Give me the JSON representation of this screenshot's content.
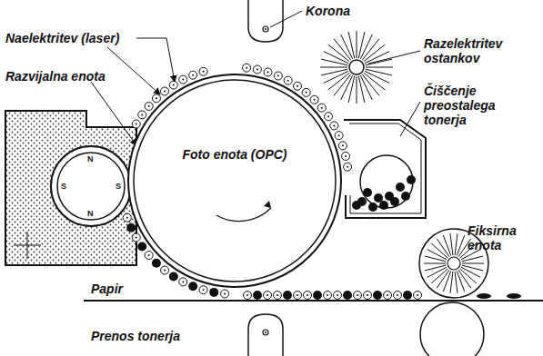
{
  "diagram": {
    "nodes": [
      {
        "text": [
          "Foto enota (OPC)"
        ]
      }
    ],
    "labels": [
      "Korona",
      "Naelektritev (laser)",
      "Razelektritev ostankov",
      "Razvijalna enota",
      "Čiščenje preostalega tonerja",
      "Fiksirna enota",
      "Papir",
      "Prenos tonerja",
      "N",
      "S",
      "S",
      "N"
    ]
  }
}
